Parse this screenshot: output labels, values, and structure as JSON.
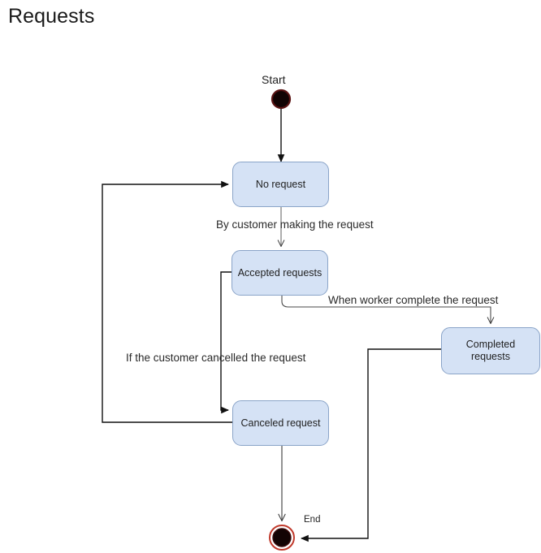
{
  "page": {
    "title": "Requests"
  },
  "diagram": {
    "type": "uml-state-diagram",
    "colors": {
      "state_fill": "#d5e2f5",
      "state_border": "#8aa4c8",
      "edge": "#1a1a1a",
      "start_node": "#120404",
      "start_ring": "#5b1414",
      "end_ring": "#c0392b",
      "end_center": "#120404",
      "text": "#1f1f1f",
      "background": "#ffffff"
    },
    "nodes": [
      {
        "id": "start",
        "kind": "initial",
        "label": "Start"
      },
      {
        "id": "no_request",
        "kind": "state",
        "label": "No request"
      },
      {
        "id": "accepted_requests",
        "kind": "state",
        "label": "Accepted requests"
      },
      {
        "id": "completed_requests",
        "kind": "state",
        "label_line1": "Completed",
        "label_line2": "requests"
      },
      {
        "id": "canceled_request",
        "kind": "state",
        "label": "Canceled request"
      },
      {
        "id": "end",
        "kind": "final",
        "label": "End"
      }
    ],
    "edges": [
      {
        "id": "start-to-no-request",
        "from": "start",
        "to": "no_request",
        "label": ""
      },
      {
        "id": "no-request-to-accepted",
        "from": "no_request",
        "to": "accepted_requests",
        "label": "By customer making the request"
      },
      {
        "id": "accepted-to-completed",
        "from": "accepted_requests",
        "to": "completed_requests",
        "label": "When worker complete the request"
      },
      {
        "id": "accepted-to-canceled",
        "from": "accepted_requests",
        "to": "canceled_request",
        "label": "If the customer cancelled the request"
      },
      {
        "id": "canceled-to-no-request",
        "from": "canceled_request",
        "to": "no_request",
        "label": ""
      },
      {
        "id": "canceled-to-end",
        "from": "canceled_request",
        "to": "end",
        "label": ""
      },
      {
        "id": "completed-to-end",
        "from": "completed_requests",
        "to": "end",
        "label": ""
      }
    ]
  }
}
